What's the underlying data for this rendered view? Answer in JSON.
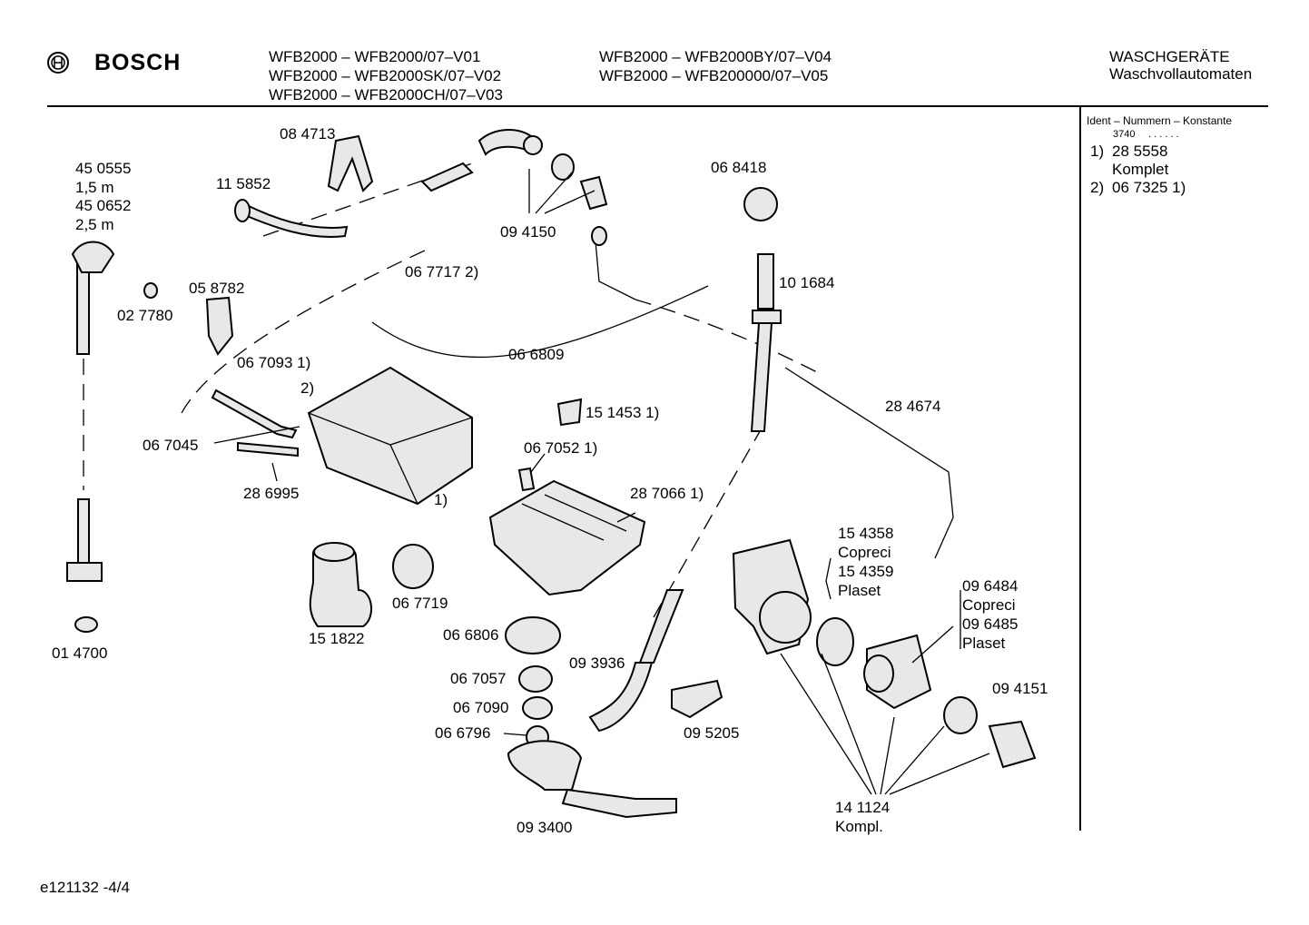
{
  "header": {
    "brand": "BOSCH",
    "models_col1": [
      "WFB2000 – WFB2000/07–V01",
      "WFB2000 – WFB2000SK/07–V02",
      "WFB2000 – WFB2000CH/07–V03"
    ],
    "models_col2": [
      "WFB2000 – WFB2000BY/07–V04",
      "WFB2000 – WFB200000/07–V05"
    ],
    "category": "WASCHGERÄTE",
    "subcategory": "Waschvollautomaten"
  },
  "side_panel": {
    "title": "Ident – Nummern – Konstante",
    "constant": "3740",
    "dots": ". . . . . .",
    "notes": [
      {
        "key": "1)",
        "value": "28 5558"
      },
      {
        "key": "",
        "value": "Komplet"
      },
      {
        "key": "2)",
        "value": "06 7325 1)"
      }
    ]
  },
  "labels": [
    "08 4713",
    "11 5852",
    "45 0555",
    "1,5 m",
    "45 0652",
    "2,5 m",
    "09 4150",
    "06 8418",
    "06 7717 2)",
    "05 8782",
    "02 7780",
    "10 1684",
    "06 7093 1)",
    "2)",
    "06 6809",
    "28 4674",
    "15 1453 1)",
    "06 7045",
    "06 7052 1)",
    "28 6995",
    "1)",
    "28 7066 1)",
    "15 4358",
    "Copreci",
    "15 4359",
    "Plaset",
    "09 6484",
    "Copreci",
    "09 6485",
    "Plaset",
    "06 7719",
    "15 1822",
    "01 4700",
    "06 6806",
    "06 7057",
    "09 3936",
    "06 7090",
    "06 6796",
    "09 5205",
    "09 4151",
    "09 3400",
    "14 1124",
    "Kompl."
  ],
  "footer": {
    "doc_id": "e121132 -4/4"
  }
}
